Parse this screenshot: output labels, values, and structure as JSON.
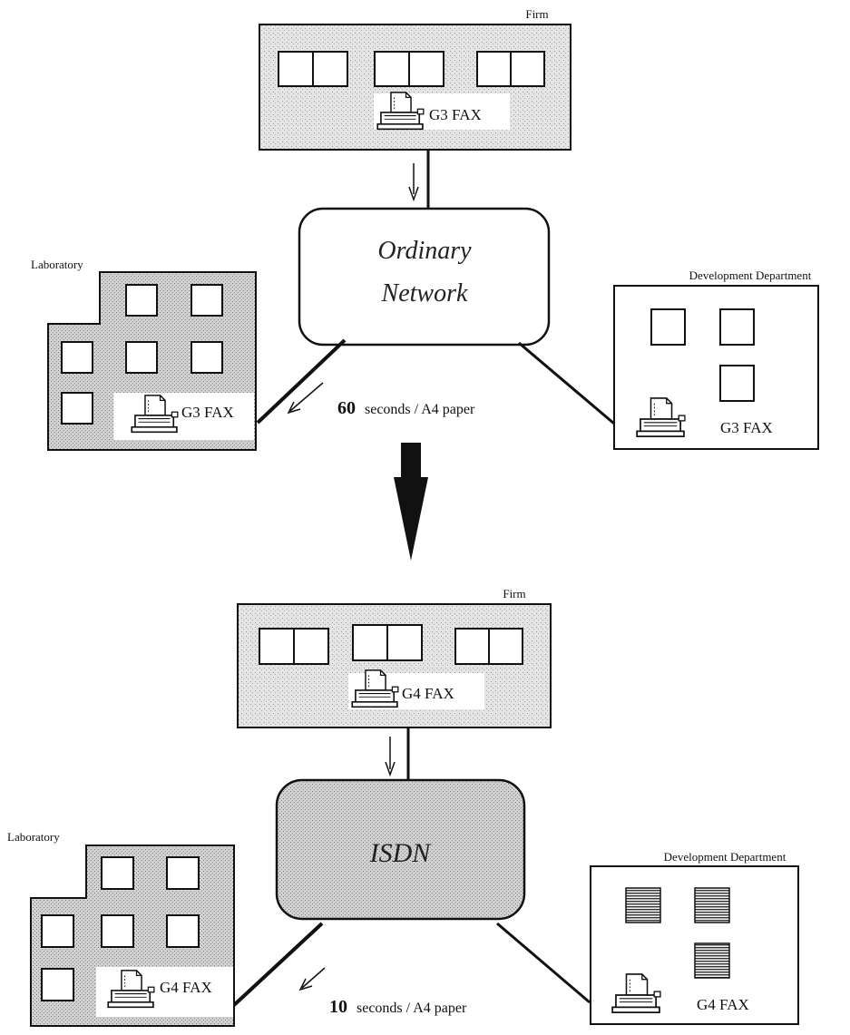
{
  "top": {
    "firm": {
      "label": "Firm",
      "fax": "G3 FAX"
    },
    "network": {
      "line1": "Ordinary",
      "line2": "Network"
    },
    "laboratory": {
      "label": "Laboratory",
      "fax": "G3 FAX"
    },
    "development": {
      "label": "Development Department",
      "fax": "G3 FAX"
    },
    "speed": {
      "number": "60",
      "text": "seconds / A4 paper"
    }
  },
  "bottom": {
    "firm": {
      "label": "Firm",
      "fax": "G4 FAX"
    },
    "network": {
      "line1": "ISDN"
    },
    "laboratory": {
      "label": "Laboratory",
      "fax": "G4 FAX"
    },
    "development": {
      "label": "Development Department",
      "fax": "G4 FAX"
    },
    "speed": {
      "number": "10",
      "text": "seconds / A4 paper"
    }
  },
  "colors": {
    "shade": "#c9c9c9",
    "ink": "#111111",
    "paper": "#ffffff"
  }
}
